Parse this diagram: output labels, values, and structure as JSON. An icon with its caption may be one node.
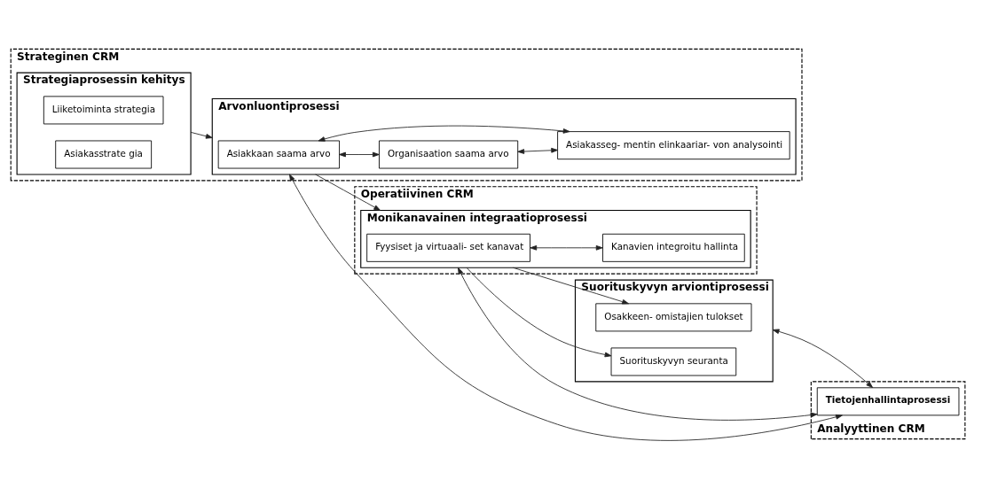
{
  "diagram": {
    "nodes": [
      {
        "text": [
          "Strateginen CRM"
        ]
      },
      {
        "text": [
          "Strategiaprosessin kehitys"
        ],
        "in": 0
      },
      {
        "text": [
          "Liiketoiminta strategia"
        ],
        "in": 1
      },
      {
        "text": [
          "Asiakasstrate gia"
        ],
        "in": 1
      },
      {
        "text": [
          "Arvonluontiprosessi"
        ],
        "in": 0
      },
      {
        "text": [
          "Asiakkaan saama arvo"
        ],
        "in": 4
      },
      {
        "text": [
          "Organisaation saama arvo"
        ],
        "in": 4
      },
      {
        "text": [
          "Asiakasseg- mentin elinkaariar- von analysointi"
        ],
        "in": 4
      },
      {
        "text": [
          "Operatiivinen CRM"
        ]
      },
      {
        "text": [
          "Monikanavainen integraatioprosessi"
        ],
        "in": 8
      },
      {
        "text": [
          "Fyysiset ja virtuaali- set kanavat"
        ],
        "in": 9
      },
      {
        "text": [
          "Kanavien integroitu hallinta"
        ],
        "in": 9
      },
      {
        "text": [
          "Suorituskyvyn arviontiprosessi"
        ]
      },
      {
        "text": [
          "Osakkeen- omistajien tulokset"
        ],
        "in": 12
      },
      {
        "text": [
          "Suorituskyvyn seuranta"
        ],
        "in": 12
      },
      {
        "text": [
          "Analyyttinen CRM"
        ]
      },
      {
        "text": [
          "Tietojenhallintaprosessi"
        ],
        "in": 15
      }
    ],
    "edges": [
      {
        "from": 1,
        "to": 4,
        "arrow": "to"
      },
      {
        "from": 5,
        "to": 6,
        "arrow": "both"
      },
      {
        "from": 5,
        "to": 7,
        "arrow": "both"
      },
      {
        "from": 6,
        "to": 7,
        "arrow": "both"
      },
      {
        "from": 4,
        "to": 9,
        "arrow": "to"
      },
      {
        "from": 10,
        "to": 11,
        "arrow": "both"
      },
      {
        "from": 9,
        "to": 13,
        "arrow": "to"
      },
      {
        "from": 9,
        "to": 14,
        "arrow": "to"
      },
      {
        "from": 4,
        "to": 16,
        "arrow": "both"
      },
      {
        "from": 9,
        "to": 16,
        "arrow": "both"
      },
      {
        "from": 12,
        "to": 16,
        "arrow": "both"
      }
    ]
  }
}
